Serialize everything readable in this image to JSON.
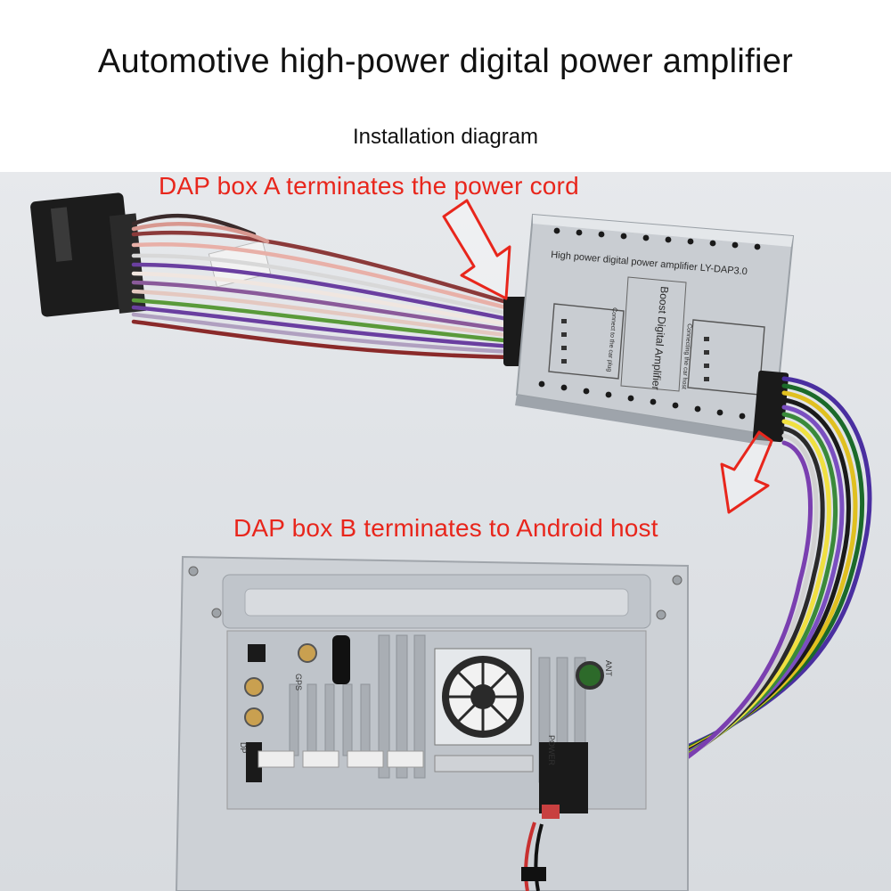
{
  "header": {
    "title": "Automotive high-power digital power amplifier",
    "subtitle": "Installation diagram"
  },
  "annotations": {
    "box_a": "DAP box A terminates the power cord",
    "box_b": "DAP box B terminates to Android host"
  },
  "amplifier": {
    "model_label": "High power digital power amplifier LY-DAP3.0",
    "center_label": "Boost Digital Amplifier",
    "left_label": "Connect to the car plug",
    "right_label": "Connecting the car host"
  },
  "head_unit": {
    "gps_label": "GPS",
    "ant_label": "ANT",
    "power_label": "POWER",
    "hdmi_label": "DP"
  },
  "colors": {
    "annotation_red": "#e8261c",
    "background": "#dfe2e6",
    "aluminum": "#cfd3d8"
  }
}
